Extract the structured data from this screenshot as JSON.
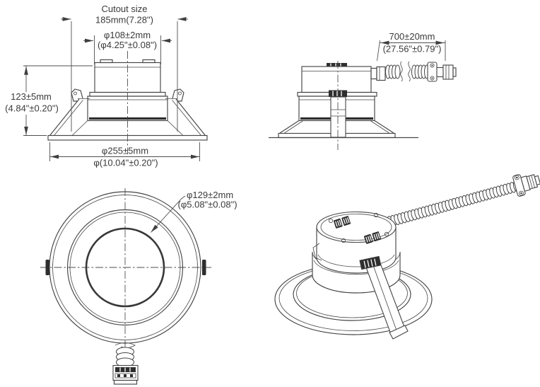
{
  "drawing": {
    "background": "#ffffff",
    "line_color": "#454545",
    "text_color": "#3a3a3a",
    "views": {
      "side": {
        "dims": {
          "cutout_label": "Cutout size",
          "cutout_value": "185mm(7.28\")",
          "body_dia_mm": "φ108±2mm",
          "body_dia_in": "(φ4.25\"±0.08\")",
          "height_mm": "123±5mm",
          "height_in": "(4.84\"±0.20\")",
          "trim_dia_mm": "φ255±5mm",
          "trim_dia_in": "φ(10.04\"±0.20\")"
        }
      },
      "side_conduit": {
        "dims": {
          "conduit_length_mm": "700±20mm",
          "conduit_length_in": "(27.56\"±0.79\")"
        }
      },
      "front": {
        "dims": {
          "aperture_dia_mm": "φ129±2mm",
          "aperture_dia_in": "(φ5.08\"±0.08\")"
        }
      },
      "isometric": {}
    }
  }
}
